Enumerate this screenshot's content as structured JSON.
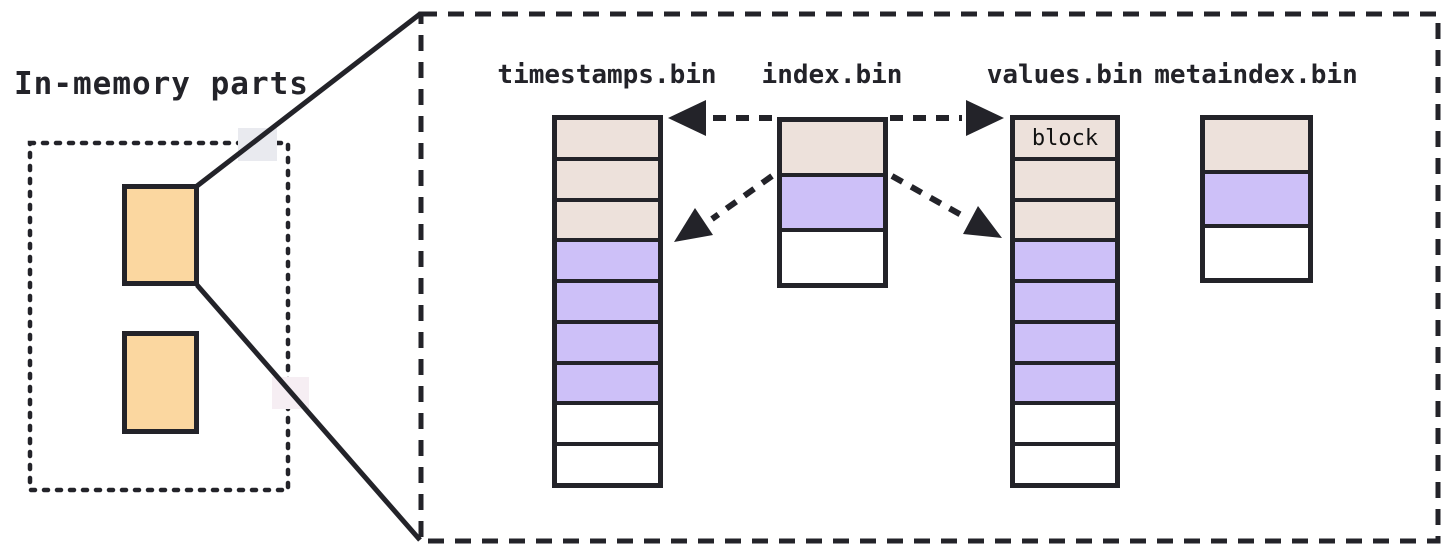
{
  "title": "In-memory parts",
  "files": {
    "columns": [
      {
        "label": "timestamps.bin",
        "cells": [
          "beige",
          "beige",
          "beige",
          "purple",
          "purple",
          "purple",
          "purple",
          "white",
          "white"
        ],
        "cell_labels": {}
      },
      {
        "label": "index.bin",
        "cells": [
          "beige",
          "purple",
          "white"
        ],
        "cell_labels": {}
      },
      {
        "label": "values.bin",
        "cells": [
          "beige",
          "beige",
          "beige",
          "purple",
          "purple",
          "purple",
          "purple",
          "white",
          "white"
        ],
        "cell_labels": {
          "0": "block"
        }
      },
      {
        "label": "metaindex.bin",
        "cells": [
          "beige",
          "purple",
          "white"
        ],
        "cell_labels": {}
      }
    ]
  },
  "colors": {
    "background": "#ffffff",
    "ink": "#232329",
    "beige": "#ede1db",
    "purple": "#cdc0f8",
    "orange": "#fbd7a0",
    "cell_white": "#ffffff",
    "eraser_gray": "#e9eaef",
    "eraser_pink": "#f6eef3"
  }
}
